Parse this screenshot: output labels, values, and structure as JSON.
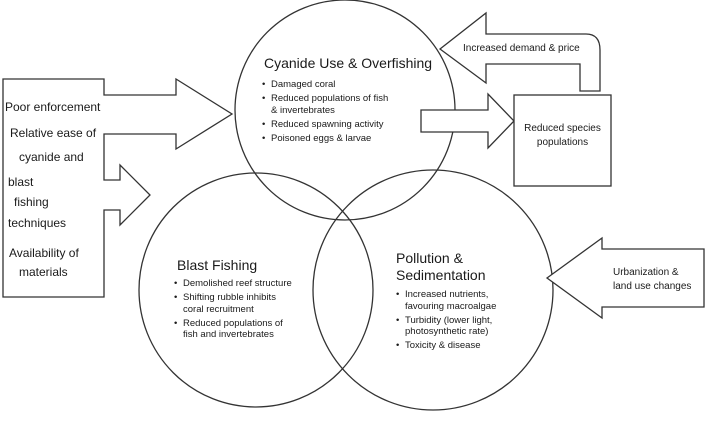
{
  "circles": {
    "cyanide": {
      "title": "Cyanide Use & Overfishing",
      "bullets": [
        "Damaged coral",
        "Reduced populations of fish",
        "& invertebrates",
        "Reduced spawning activity",
        "Poisoned eggs & larvae"
      ]
    },
    "blast": {
      "title": "Blast Fishing",
      "bullets": [
        "Demolished reef structure",
        "Shifting rubble inhibits",
        "coral recruitment",
        "Reduced populations of",
        "fish and invertebrates"
      ]
    },
    "pollution": {
      "title_line1": "Pollution &",
      "title_line2": "Sedimentation",
      "bullets": [
        "Increased nutrients,",
        "favouring macroalgae",
        "Turbidity (lower light,",
        "photosynthetic rate)",
        "Toxicity & disease"
      ]
    }
  },
  "left_box": {
    "lines": [
      "Poor enforcement",
      "Relative ease of",
      "cyanide and",
      "blast",
      "fishing",
      "techniques",
      "Availability of",
      "materials"
    ]
  },
  "right_box": {
    "line1": "Reduced species",
    "line2": "populations"
  },
  "top_arrow": {
    "label": "Increased demand & price"
  },
  "right_arrow": {
    "line1": "Urbanization &",
    "line2": "land use changes"
  }
}
